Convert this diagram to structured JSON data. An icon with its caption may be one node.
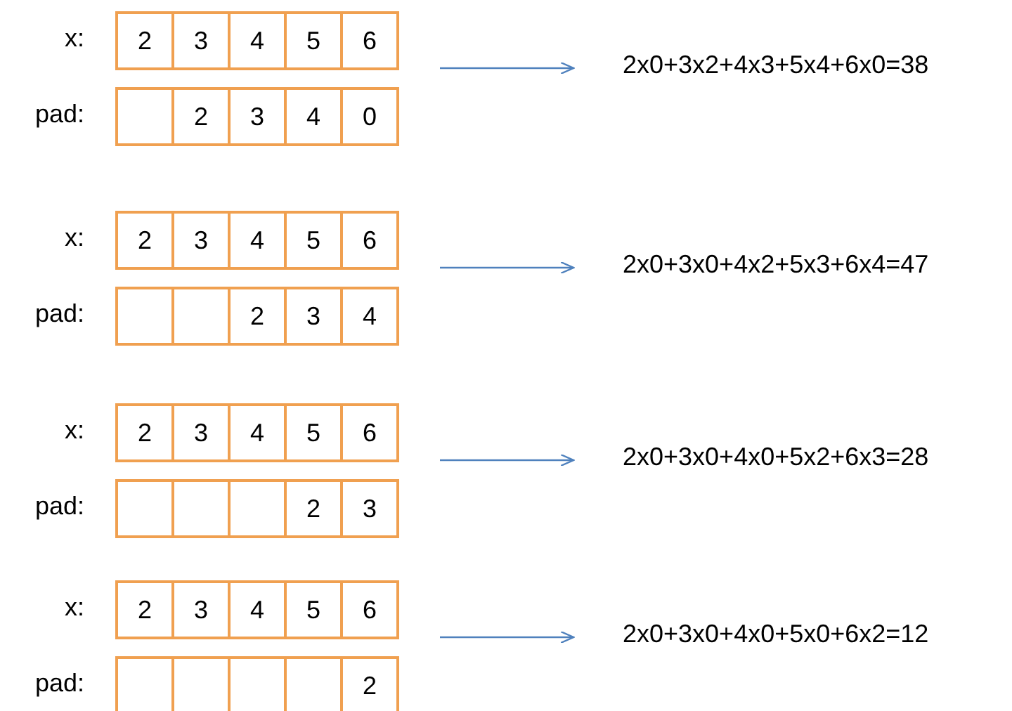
{
  "diagram": {
    "nodes": [
      {
        "text": [
          "2",
          "3",
          "4",
          "5",
          "6"
        ],
        "beside": [
          "x:"
        ]
      },
      {
        "text": [
          "2",
          "3",
          "4",
          "0"
        ],
        "beside": [
          "pad:"
        ]
      },
      {
        "text": [
          "2x0+3x2+4x3+5x4+6x0=38"
        ]
      },
      {
        "text": [
          "2",
          "3",
          "4",
          "5",
          "6"
        ],
        "beside": [
          "x:"
        ]
      },
      {
        "text": [
          "2",
          "3",
          "4"
        ],
        "beside": [
          "pad:"
        ]
      },
      {
        "text": [
          "2x0+3x0+4x2+5x3+6x4=47"
        ]
      },
      {
        "text": [
          "2",
          "3",
          "4",
          "5",
          "6"
        ],
        "beside": [
          "x:"
        ]
      },
      {
        "text": [
          "2",
          "3"
        ],
        "beside": [
          "pad:"
        ]
      },
      {
        "text": [
          "2x0+3x0+4x0+5x2+6x3=28"
        ]
      },
      {
        "text": [
          "2",
          "3",
          "4",
          "5",
          "6"
        ],
        "beside": [
          "x:"
        ]
      },
      {
        "text": [
          "2"
        ],
        "beside": [
          "pad:"
        ]
      },
      {
        "text": [
          "2x0+3x0+4x0+5x0+6x2=12"
        ]
      }
    ],
    "edges": [
      {
        "from": null,
        "to": 2,
        "arrow": "to"
      },
      {
        "from": null,
        "to": 5,
        "arrow": "to"
      },
      {
        "from": null,
        "to": 8,
        "arrow": "to"
      },
      {
        "from": null,
        "to": 11,
        "arrow": "to"
      }
    ]
  }
}
